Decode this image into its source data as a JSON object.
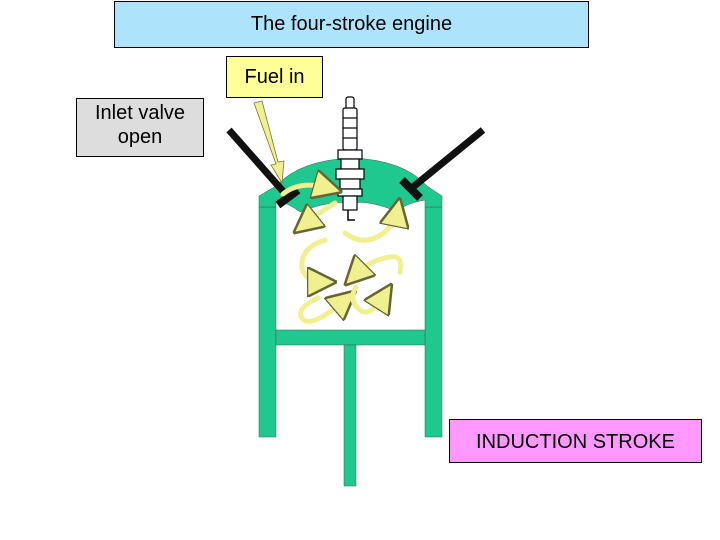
{
  "title": "The four-stroke engine",
  "labels": {
    "fuel_in": "Fuel in",
    "inlet_valve_line1": "Inlet valve",
    "inlet_valve_line2": "open",
    "stroke": "INDUCTION STROKE"
  },
  "colors": {
    "title_bg": "#aee4fb",
    "fuel_bg": "#ffff99",
    "inlet_bg": "#dddddd",
    "stroke_bg": "#ff99ff",
    "cylinder": "#1ec88e",
    "valve": "#111111",
    "arrow_fill": "#f0f090",
    "spark_plug": "#ffffff"
  },
  "icons": {
    "fuel_arrow": "fuel-arrow-icon",
    "spark_plug": "spark-plug-icon",
    "swirl_arrows": "swirl-arrow-icon"
  }
}
